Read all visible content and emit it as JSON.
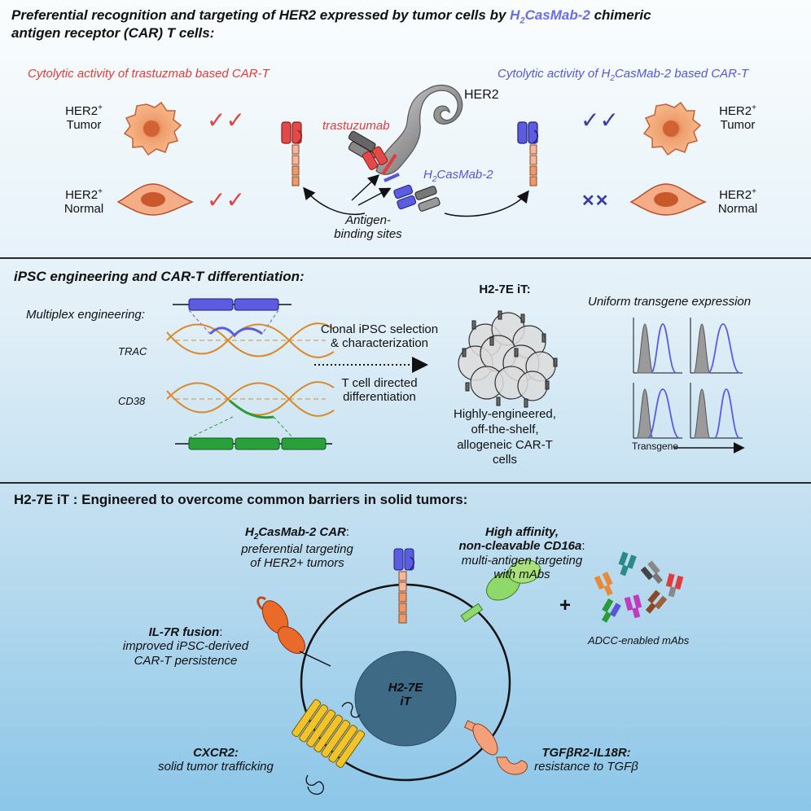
{
  "colors": {
    "trastuzumab": "#e23b3b",
    "h2casmab": "#5557d6",
    "accent_text": "#6a6ee0",
    "check_red": "#e04444",
    "check_blue": "#3a3aa8",
    "tumor": "#f0a070",
    "normal": "#f2a07a",
    "gene_orange": "#d98a2a",
    "green": "#2a9a3a",
    "yellow": "#f2c42a",
    "divider": "#2a2a2a"
  },
  "section1": {
    "title_part1": "Preferential recognition and targeting of HER2 expressed by tumor cells by ",
    "title_highlight": "H",
    "title_highlight_sub": "2",
    "title_highlight_rest": "CasMab-2",
    "title_part2": " chimeric",
    "title_line2": "antigen receptor (CAR) T cells:",
    "left_header": "Cytolytic activity of trastuzmab based CAR-T",
    "right_header_pre": "Cytolytic activity of H",
    "right_header_sub": "2",
    "right_header_post": "CasMab-2 based CAR-T",
    "her2_label": "HER2",
    "her2_plus": "HER2",
    "plus": "+",
    "tumor": "Tumor",
    "normal": "Normal",
    "trastuzumab": "trastuzumab",
    "h2casmab_pre": "H",
    "h2casmab_sub": "2",
    "h2casmab_post": "CasMab-2",
    "antigen_line1": "Antigen-",
    "antigen_line2": "binding sites",
    "left_tumor_checks": "✓✓",
    "left_normal_checks": "✓✓",
    "right_tumor_checks": "✓✓",
    "right_normal_crosses": "✕✕"
  },
  "section2": {
    "title": "iPSC engineering and CAR-T differentiation:",
    "multiplex": "Multiplex engineering:",
    "trac": "TRAC",
    "cd38": "CD38",
    "step1_line1": "Clonal iPSC selection",
    "step1_line2": "& characterization",
    "step2_line1": "T cell directed",
    "step2_line2": "differentiation",
    "product_title": "H2-7E iT:",
    "product_desc": [
      "Highly-engineered,",
      "off-the-shelf,",
      "allogeneic CAR-T",
      "cells"
    ],
    "uniform": "Uniform transgene expression",
    "transgene": "Transgene"
  },
  "section3": {
    "title": "H2-7E iT : Engineered to overcome common barriers in solid tumors:",
    "car_title_pre": "H",
    "car_title_sub": "2",
    "car_title_post": "CasMab-2 CAR",
    "car_title_colon": ":",
    "car_desc": [
      "preferential targeting",
      "of HER2+ tumors"
    ],
    "cd16_title": [
      "High affinity,",
      "non-cleavable CD16a"
    ],
    "cd16_colon": ":",
    "cd16_desc": [
      "multi-antigen targeting",
      "with mAbs"
    ],
    "plus_sign": "+",
    "adcc": "ADCC-enabled mAbs",
    "il7_title": "IL-7R fusion",
    "il7_colon": ":",
    "il7_desc": [
      "improved iPSC-derived",
      "CAR-T persistence"
    ],
    "nucleus_line1": "H2-7E",
    "nucleus_line2": "iT",
    "cxcr2_title": "CXCR2:",
    "cxcr2_desc": "solid tumor trafficking",
    "tgfb_title": "TGFβR2-IL18R:",
    "tgfb_desc": "resistance to TGFβ"
  }
}
